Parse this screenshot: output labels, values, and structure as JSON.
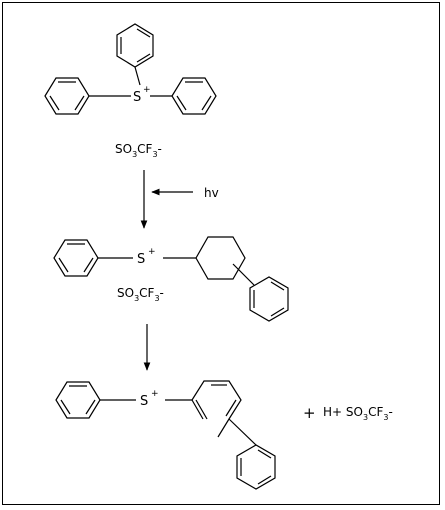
{
  "structure_1": {
    "sulfonium": {
      "atom": "S",
      "charge": "+"
    },
    "counterion": {
      "main": "SO",
      "sub1": "3",
      "mid": "CF",
      "sub2": "3",
      "tail": "-"
    }
  },
  "step_1": {
    "reagent": "hv"
  },
  "structure_2": {
    "sulfonium": {
      "atom": "S",
      "charge": "+"
    },
    "counterion": {
      "main": "SO",
      "sub1": "3",
      "mid": "CF",
      "sub2": "3",
      "tail": "-"
    }
  },
  "structure_3": {
    "sulfonium": {
      "atom": "S",
      "charge": "+"
    },
    "plus_sign": "+",
    "acid": {
      "prefix": "H+ SO",
      "sub1": "3",
      "mid": "CF",
      "sub2": "3",
      "tail": "-"
    }
  }
}
